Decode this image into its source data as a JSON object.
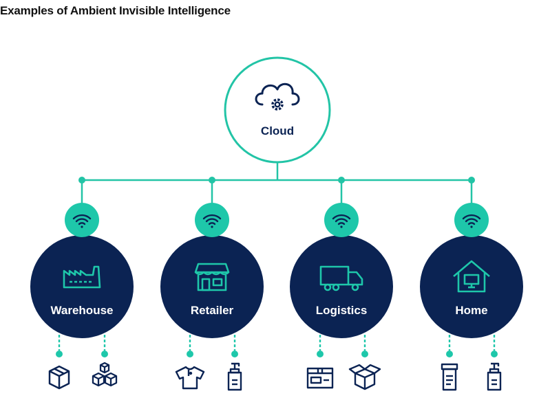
{
  "title": "Examples of Ambient Invisible Intelligence",
  "colors": {
    "navy": "#0b2353",
    "teal": "#1ec7aa",
    "teal_line": "#22c4a6",
    "white": "#ffffff"
  },
  "cloud": {
    "label": "Cloud",
    "icon": "cloud-gear-icon"
  },
  "nodes": [
    {
      "label": "Warehouse",
      "icon": "factory-icon",
      "connector_icon": "wifi-icon",
      "items": [
        {
          "icon": "box-icon"
        },
        {
          "icon": "stacked-boxes-icon"
        }
      ]
    },
    {
      "label": "Retailer",
      "icon": "storefront-icon",
      "connector_icon": "wifi-icon",
      "items": [
        {
          "icon": "shirt-icon"
        },
        {
          "icon": "spray-bottle-icon"
        }
      ]
    },
    {
      "label": "Logistics",
      "icon": "truck-icon",
      "connector_icon": "wifi-icon",
      "items": [
        {
          "icon": "parcel-label-icon"
        },
        {
          "icon": "open-box-icon"
        }
      ]
    },
    {
      "label": "Home",
      "icon": "house-monitor-icon",
      "connector_icon": "wifi-icon",
      "items": [
        {
          "icon": "pill-jar-icon"
        },
        {
          "icon": "spray-bottle-icon"
        }
      ]
    }
  ]
}
